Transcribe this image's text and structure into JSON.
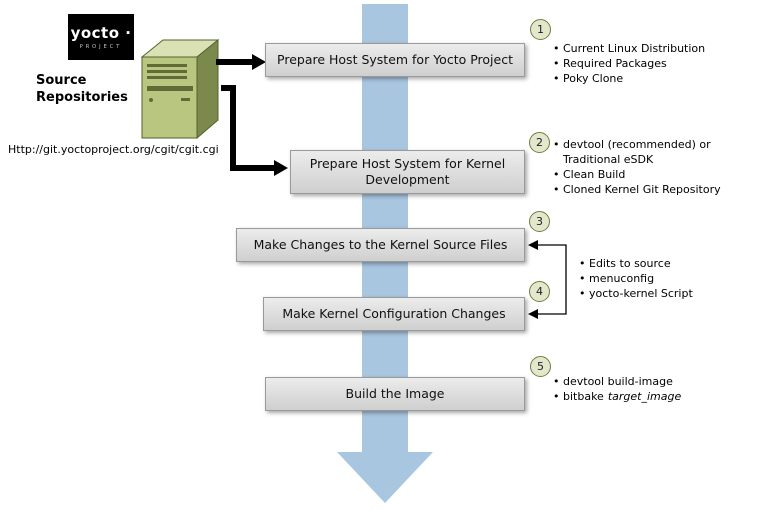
{
  "logo": {
    "wordmark": "yocto ·",
    "subtext": "PROJECT"
  },
  "source": {
    "label_line1": "Source",
    "label_line2": "Repositories",
    "url": "Http://git.yoctoproject.org/cgit/cgit.cgi"
  },
  "steps": [
    {
      "num": "1",
      "label": "Prepare Host System for Yocto Project",
      "bullets": [
        "Current Linux Distribution",
        "Required Packages",
        "Poky Clone"
      ]
    },
    {
      "num": "2",
      "label": "Prepare Host System for Kernel Development",
      "bullets": [
        "devtool (recommended) or Traditional eSDK",
        "Clean Build",
        "Cloned Kernel Git Repository"
      ]
    },
    {
      "num": "3",
      "label": "Make Changes to the Kernel Source Files"
    },
    {
      "num": "4",
      "label": "Make Kernel Configuration Changes"
    },
    {
      "num": "5",
      "label": "Build the Image",
      "bullet1": "devtool build-image",
      "bullet2_prefix": "bitbake",
      "bullet2_italic": "target_image"
    }
  ],
  "shared_bullets_steps_3_4": [
    "Edits to source",
    "menuconfig",
    "yocto-kernel Script"
  ],
  "colors": {
    "flow-arrow": "#a9c6e0",
    "connector": "#000000",
    "box-top": "#ececec",
    "box-bottom": "#cfcfcf",
    "box-border": "#9a9a9a",
    "badge-fill": "#e3e7cb",
    "badge-border": "#6f7d41",
    "server-front": "#b9c67f",
    "server-side": "#7b8a4c",
    "server-top": "#dae1b5",
    "server-outline": "#55622e",
    "server-detail": "#5f6c38",
    "logo-bg": "#000000"
  }
}
